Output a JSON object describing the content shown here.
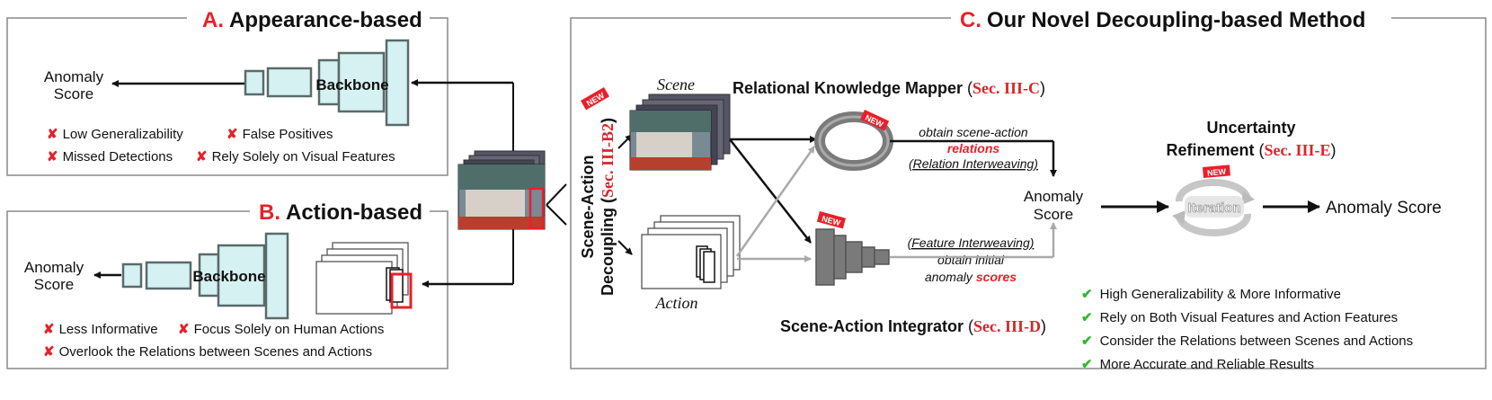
{
  "panel_a": {
    "letter": "A.",
    "title": "Appearance-based",
    "score_line1": "Anomaly",
    "score_line2": "Score",
    "backbone": "Backbone",
    "cons": [
      "Low Generalizability",
      "False Positives",
      "Missed Detections",
      "Rely Solely on Visual Features"
    ]
  },
  "panel_b": {
    "letter": "B.",
    "title": "Action-based",
    "score_line1": "Anomaly",
    "score_line2": "Score",
    "backbone": "Backbone",
    "cons": [
      "Less Informative",
      "Focus Solely on Human Actions",
      "Overlook the Relations between Scenes and Actions"
    ]
  },
  "panel_c": {
    "letter": "C.",
    "title": "Our Novel Decoupling-based Method",
    "decoupling_line1": "Scene-Action",
    "decoupling_line2": "Decoupling (",
    "decoupling_sec": "Sec. III-B2",
    "decoupling_close": ")",
    "scene_label": "Scene",
    "action_label": "Action",
    "mapper_name": "Relational Knowledge Mapper",
    "mapper_sec": "Sec. III-C",
    "integrator_name": "Scene-Action Integrator",
    "integrator_sec": "Sec. III-D",
    "rel_line1": "obtain scene-action",
    "rel_line2": "relations",
    "rel_line3": "(Relation Interweaving)",
    "feat_line1": "(Feature Interweaving)",
    "feat_line2": "obtain initial",
    "feat_line3a": "anomaly",
    "feat_line3b": "scores",
    "mid_score_line1": "Anomaly",
    "mid_score_line2": "Score",
    "unc_line1": "Uncertainty",
    "unc_line2": "Refinement",
    "unc_sec": "Sec. III-E",
    "iteration": "Iteration",
    "final_score": "Anomaly Score",
    "new_badge": "NEW",
    "pros": [
      "High Generalizability & More Informative",
      "Rely on Both Visual Features and Action Features",
      "Consider the Relations between Scenes and Actions",
      "More Accurate and Reliable Results"
    ]
  },
  "glyphs": {
    "cross": "✘",
    "check": "✔"
  },
  "colors": {
    "accent_red": "#e8202a",
    "backbone_fill": "#d6f1f1",
    "check_green": "#2eb82e",
    "border_gray": "#666666"
  }
}
